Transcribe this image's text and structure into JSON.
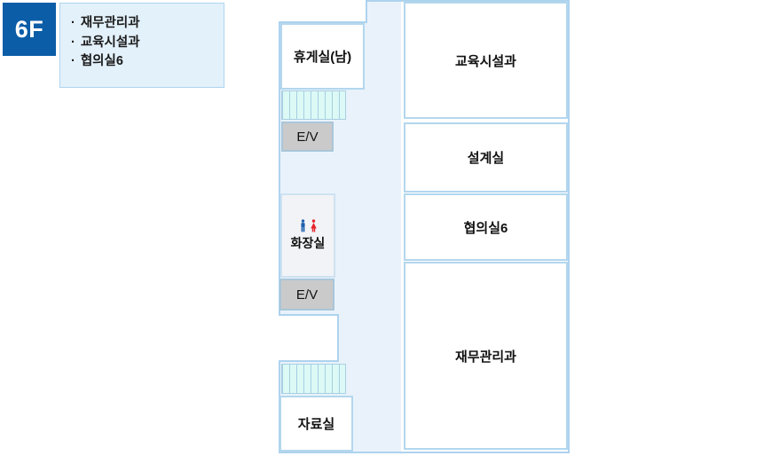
{
  "floor_badge": {
    "label": "6F"
  },
  "legend": {
    "bullet": "·",
    "items": [
      "재무관리과",
      "교육시설과",
      "협의실6"
    ]
  },
  "plan": {
    "rooms": {
      "rest_room_male": {
        "label": "휴게실(남)"
      },
      "elevator_upper": {
        "label": "E/V"
      },
      "restroom": {
        "label": "화장실"
      },
      "elevator_lower": {
        "label": "E/V"
      },
      "archive_room": {
        "label": "자료실"
      },
      "education_facilities": {
        "label": "교육시설과"
      },
      "design_room": {
        "label": "설계실"
      },
      "meeting_room_6": {
        "label": "협의실6"
      },
      "finance_management": {
        "label": "재무관리과"
      }
    },
    "icons": {
      "male_icon_color": "#1d5fae",
      "female_icon_color": "#e5232d"
    }
  },
  "colors": {
    "floor_badge_bg": "#0b5da7",
    "legend_bg": "#e3f1fb",
    "legend_border": "#add5f0",
    "corridor_fill": "#e9f2fb",
    "outline": "#aed3ee",
    "stairs_bg": "#dcf9f6",
    "stairs_line": "#a6cfe2",
    "elevator_bg": "#cacaca",
    "toilet_bg": "#f2f3f6"
  }
}
